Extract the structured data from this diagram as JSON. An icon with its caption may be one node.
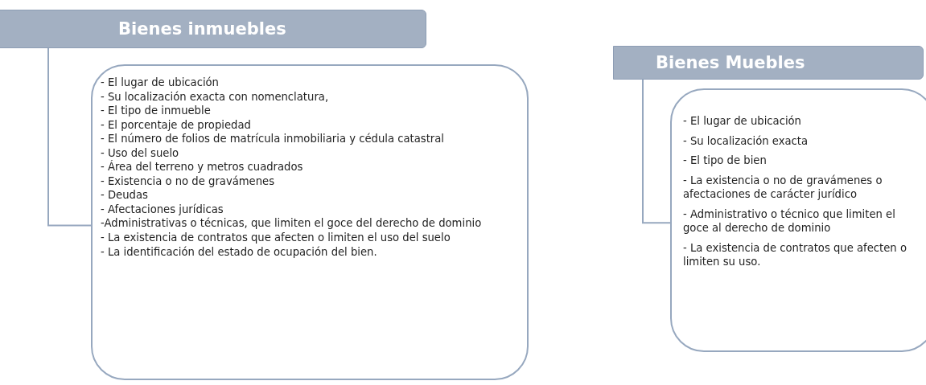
{
  "diagram": {
    "nodes": [
      {
        "text": [
          "Bienes inmuebles"
        ]
      },
      {
        "text": [
          "- El lugar de ubicación",
          "- Su localización exacta con nomenclatura,",
          "- El tipo de inmueble",
          "- El porcentaje de propiedad",
          "- El número de folios de matrícula inmobiliaria y cédula catastral",
          "- Uso del suelo",
          "- Área del terreno y metros cuadrados",
          "- Existencia o no de gravámenes",
          "- Deudas",
          "- Afectaciones jurídicas",
          "-Administrativas o técnicas, que limiten el goce del derecho de dominio",
          "- La existencia de contratos que afecten o limiten el uso del suelo",
          "- La identificación del estado de ocupación del bien."
        ]
      },
      {
        "text": [
          "Bienes Muebles"
        ]
      },
      {
        "text": [
          "- El lugar de ubicación",
          "- Su localización exacta",
          "- El tipo de bien",
          "- La existencia o no de gravámenes o afectaciones de carácter jurídico",
          "- Administrativo o técnico que limiten el goce al derecho de dominio",
          "- La existencia de contratos que afecten o limiten su uso."
        ]
      }
    ],
    "edges": [
      {
        "from": 0,
        "to": 1,
        "arrow": "none"
      },
      {
        "from": 2,
        "to": 3,
        "arrow": "none"
      }
    ]
  }
}
